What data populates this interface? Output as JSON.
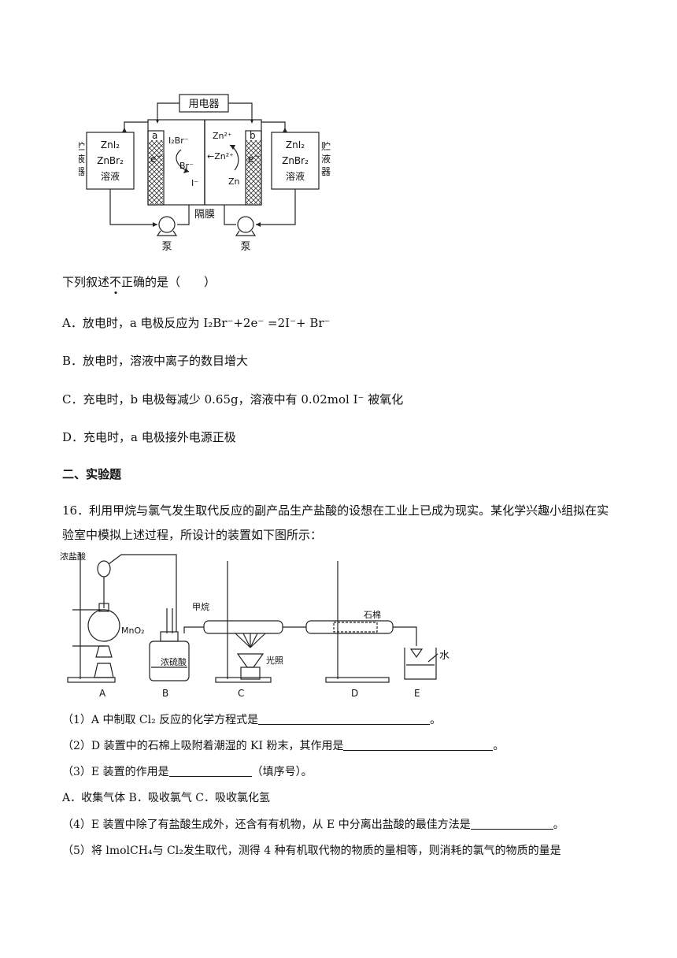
{
  "figure1": {
    "appliance": "用电器",
    "electrode_a": "a",
    "electrode_b": "b",
    "electron": "e",
    "electron_sup": "−",
    "left_tank": [
      "ZnI₂",
      "ZnBr₂",
      "溶液"
    ],
    "right_tank": [
      "ZnI₂",
      "ZnBr₂",
      "溶液"
    ],
    "left_side_label": [
      "贮",
      "液",
      "器"
    ],
    "right_side_label": [
      "贮",
      "液",
      "器"
    ],
    "species_i2br": "I₂Br⁻",
    "species_br": "Br⁻",
    "species_i": "I⁻",
    "species_zn2_top": "Zn²⁺",
    "species_zn2_mid": "←Zn²⁺",
    "species_zn": "Zn",
    "membrane": "隔膜",
    "pump_left": "泵",
    "pump_right": "泵"
  },
  "question15": {
    "stem_prefix": "下列叙述",
    "stem_dotted": "不",
    "stem_suffix": "正确的是（　　）",
    "options": [
      "A．放电时，a 电极反应为 I₂Br⁻+2e⁻ =2I⁻+ Br⁻",
      "B．放电时，溶液中离子的数目增大",
      "C．充电时，b 电极每减少 0.65g，溶液中有 0.02mol I⁻ 被氧化",
      "D．充电时，a 电极接外电源正极"
    ]
  },
  "section2": {
    "title": "二、实验题"
  },
  "question16": {
    "stem_line1": "16．利用甲烷与氯气发生取代反应的副产品生产盐酸的设想在工业上已成为现实。某化学兴趣小组拟在实",
    "stem_line2": "验室中模拟上述过程，所设计的装置如下图所示：",
    "apparatus": {
      "conc_hcl": "浓盐酸",
      "methane": "甲烷",
      "mno2": "MnO₂",
      "conc_h2so4": "浓硫酸",
      "light": "光照",
      "asbestos": "石棉",
      "water": "水",
      "labels": [
        "A",
        "B",
        "C",
        "D",
        "E"
      ]
    },
    "sub1_prefix": "（1）A 中制取 Cl₂ 反应的化学方程式是",
    "sub1_suffix": "。",
    "sub2_prefix": "（2）D 装置中的石棉上吸附着潮湿的 KI 粉末，其作用是",
    "sub2_suffix": "。",
    "sub3_prefix": "（3）E 装置的作用是",
    "sub3_suffix": "（填序号）。",
    "sub3_options": "A．收集气体 B．吸收氯气 C．吸收氯化氢",
    "sub4_prefix": "（4）E 装置中除了有盐酸生成外，还含有有机物，从 E 中分离出盐酸的最佳方法是",
    "sub4_suffix": "。",
    "sub5": "（5）将 lmolCH₄与 Cl₂发生取代，测得 4 种有机取代物的物质的量相等，则消耗的氯气的物质的量是"
  }
}
